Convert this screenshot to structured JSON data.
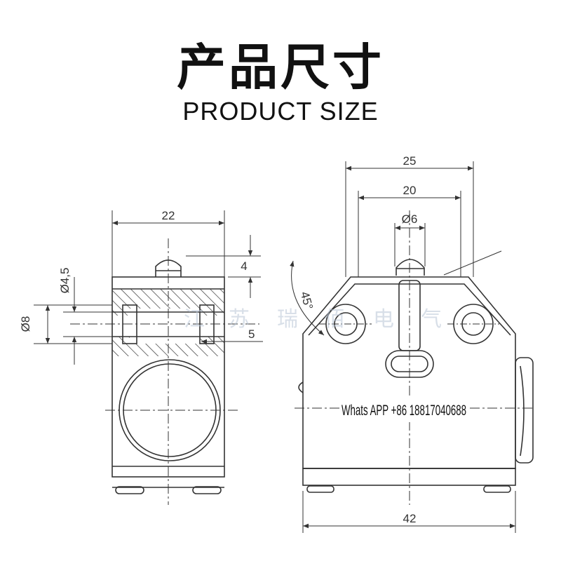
{
  "header": {
    "title_zh": "产品尺寸",
    "title_en": "PRODUCT SIZE"
  },
  "side_view": {
    "dim_width": "22",
    "dim_top": "4",
    "dim_hole_small": "Ø4,5",
    "dim_hole": "Ø8",
    "dim_depth": "5"
  },
  "front_view": {
    "dim_overall": "25",
    "dim_hole_spacing": "20",
    "dim_plunger": "Ø6",
    "dim_angle": "45°",
    "dim_base": "42"
  },
  "watermark": [
    "江",
    "苏",
    "瑞",
    "佰",
    "电",
    "气"
  ],
  "contact": "Whats APP +86 18817040688",
  "colors": {
    "line": "#333333",
    "text": "#111111",
    "watermark": "#b9c6d6"
  }
}
